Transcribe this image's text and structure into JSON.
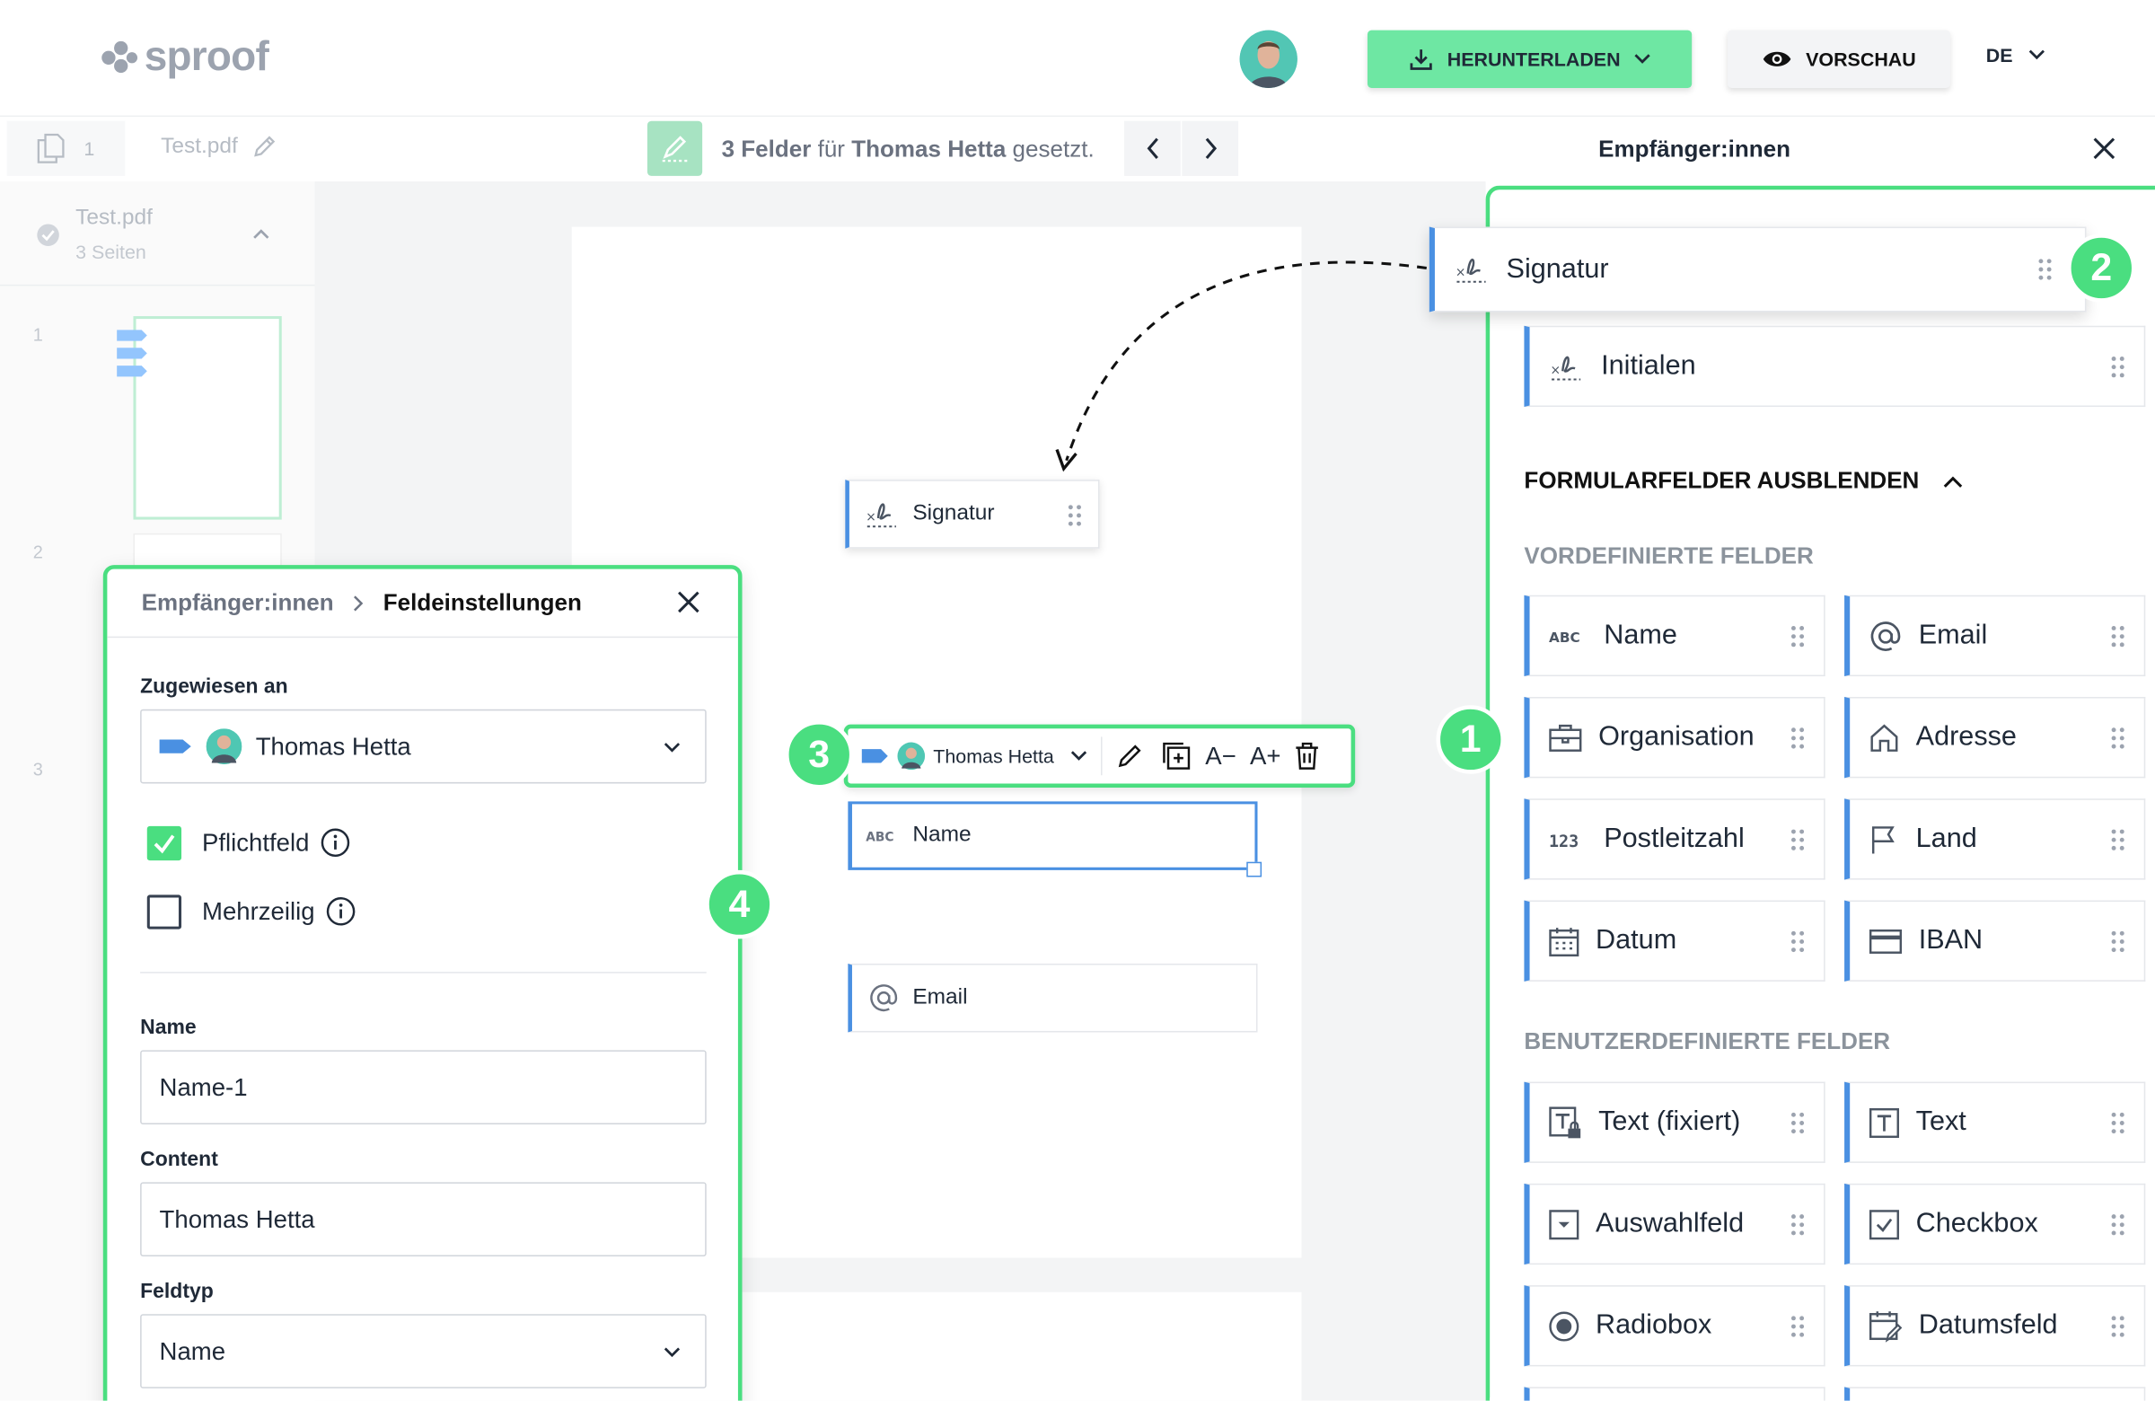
{
  "header": {
    "logo": "sproof",
    "download_label": "HERUNTERLADEN",
    "preview_label": "VORSCHAU",
    "language": "DE"
  },
  "toolbar": {
    "page_count": "1",
    "file_name": "Test.pdf",
    "fields_count_text": "3 Felder",
    "fields_for": "für",
    "recipient_name": "Thomas Hetta",
    "fields_set": "gesetzt."
  },
  "sidebar": {
    "doc_title": "Test.pdf",
    "doc_pages": "3 Seiten",
    "page_numbers": [
      "1",
      "2",
      "3"
    ]
  },
  "canvas": {
    "sig_field": "Signatur",
    "name_field": "Name",
    "email_field": "Email",
    "field_toolbar": {
      "assignee": "Thomas Hetta",
      "font_smaller": "A−",
      "font_larger": "A+"
    }
  },
  "right_panel": {
    "title": "Empfänger:innen",
    "signature": "Signatur",
    "initials": "Initialen",
    "hide_fields": "FORMULARFELDER AUSBLENDEN",
    "predefined_title": "VORDEFINIERTE FELDER",
    "predefined": [
      "Name",
      "Email",
      "Organisation",
      "Adresse",
      "Postleitzahl",
      "Land",
      "Datum",
      "IBAN"
    ],
    "custom_title": "BENUTZERDEFINIERTE FELDER",
    "custom": [
      "Text (fixiert)",
      "Text",
      "Auswahlfeld",
      "Checkbox",
      "Radiobox",
      "Datumsfeld"
    ]
  },
  "callouts": [
    "1",
    "2",
    "3",
    "4"
  ],
  "settings": {
    "crumb_parent": "Empfänger:innen",
    "crumb_current": "Feldeinstellungen",
    "assigned_label": "Zugewiesen an",
    "assigned_value": "Thomas Hetta",
    "required_label": "Pflichtfeld",
    "required_checked": true,
    "multiline_label": "Mehrzeilig",
    "multiline_checked": false,
    "name_label": "Name",
    "name_value": "Name-1",
    "content_label": "Content",
    "content_value": "Thomas Hetta",
    "type_label": "Feldtyp",
    "type_value": "Name"
  },
  "colors": {
    "accent_green": "#4ade80",
    "download_green": "#6ee7a3",
    "field_blue": "#4a90e2"
  }
}
